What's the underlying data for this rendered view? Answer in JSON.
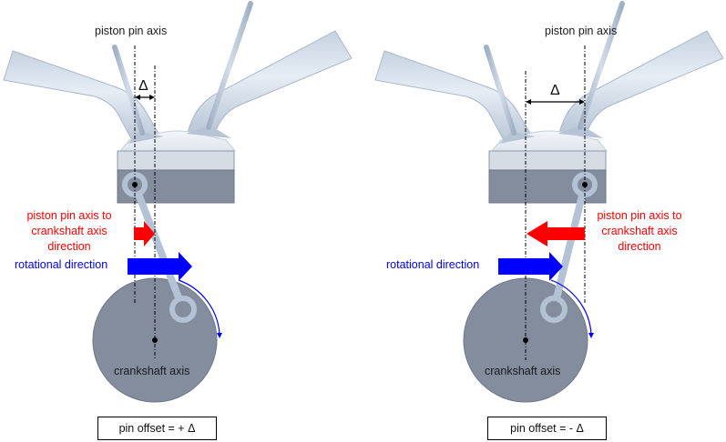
{
  "panels": [
    {
      "id": "positive",
      "pin_axis_label": "piston pin axis",
      "delta_symbol": "Δ",
      "direction_label": [
        "piston pin axis to",
        "crankshaft axis",
        "direction"
      ],
      "rotation_label": "rotational direction",
      "crankshaft_label": "crankshaft axis",
      "offset_label": "pin offset = + Δ",
      "direction_arrow": "right"
    },
    {
      "id": "negative",
      "pin_axis_label": "piston pin axis",
      "delta_symbol": "Δ",
      "direction_label": [
        "piston pin axis to",
        "crankshaft axis",
        "direction"
      ],
      "rotation_label": "rotational direction",
      "crankshaft_label": "crankshaft axis",
      "offset_label": "pin offset = - Δ",
      "direction_arrow": "left"
    }
  ],
  "colors": {
    "direction_arrow": "#ff0000",
    "rotation_arrow": "#0000ff",
    "crankshaft": "#838d9d",
    "piston_top": "#d6dce4",
    "piston_body": "#838d9d",
    "conrod": "#b4c2d6",
    "port": "#dbe4ee"
  }
}
